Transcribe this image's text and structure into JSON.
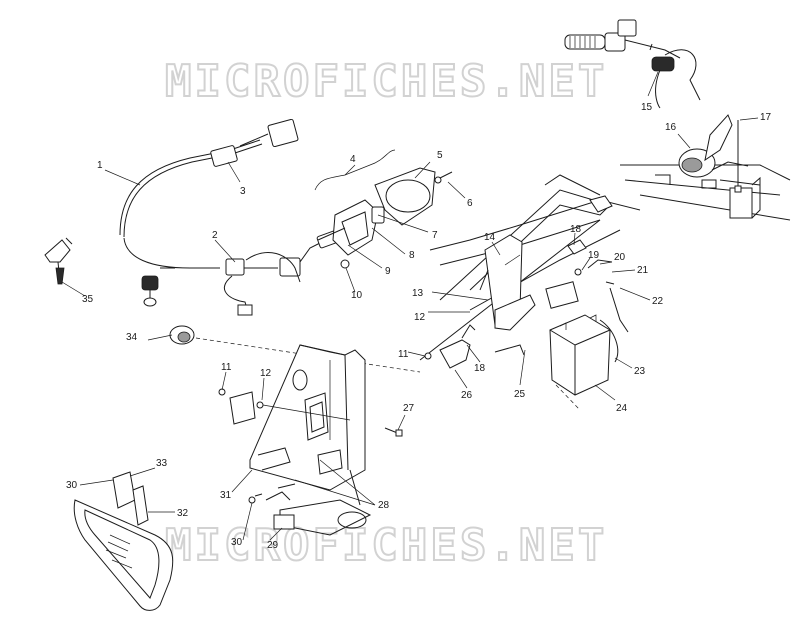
{
  "watermark": {
    "text_top": "MICROFICHES.NET",
    "text_bottom": "MICROFICHES.NET"
  },
  "callouts": [
    "1",
    "2",
    "3",
    "4",
    "5",
    "6",
    "7",
    "8",
    "9",
    "10",
    "11",
    "11",
    "12",
    "12",
    "13",
    "14",
    "15",
    "16",
    "17",
    "18",
    "18",
    "19",
    "20",
    "21",
    "22",
    "23",
    "24",
    "25",
    "26",
    "27",
    "28",
    "29",
    "30",
    "30",
    "31",
    "32",
    "33",
    "34",
    "35"
  ]
}
